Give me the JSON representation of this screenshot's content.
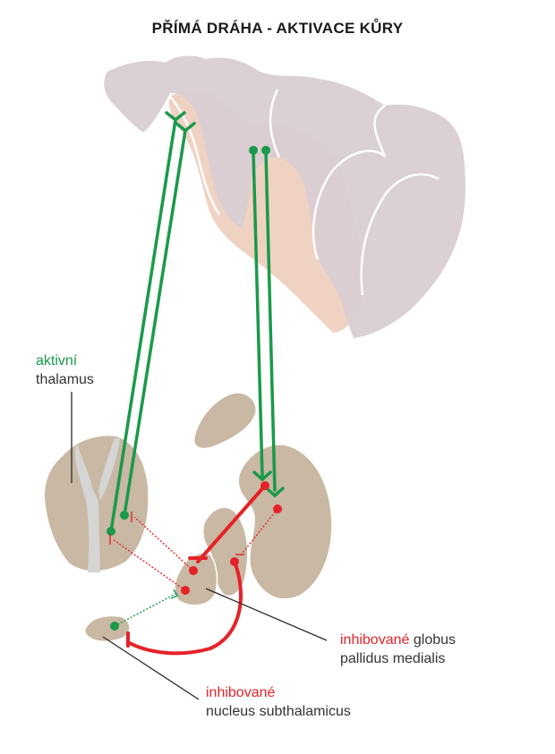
{
  "title": "PŘÍMÁ DRÁHA - AKTIVACE KŮRY",
  "labels": {
    "thalamus": {
      "state": "aktivní",
      "name": "thalamus"
    },
    "gp": {
      "state": "inhibované",
      "name1": "globus",
      "name2": "pallidus medialis"
    },
    "stn": {
      "state": "inhibované",
      "name": "nucleus subthalamicus"
    }
  },
  "colors": {
    "excitatory": "#1a9a4a",
    "inhibitory": "#e52228",
    "cortex": "#d8ced3",
    "white_matter": "#f0d2c3",
    "nucleus": "#c9b8a3",
    "ventricle": "#d5d5d5",
    "pointer": "#2b2b2b"
  }
}
